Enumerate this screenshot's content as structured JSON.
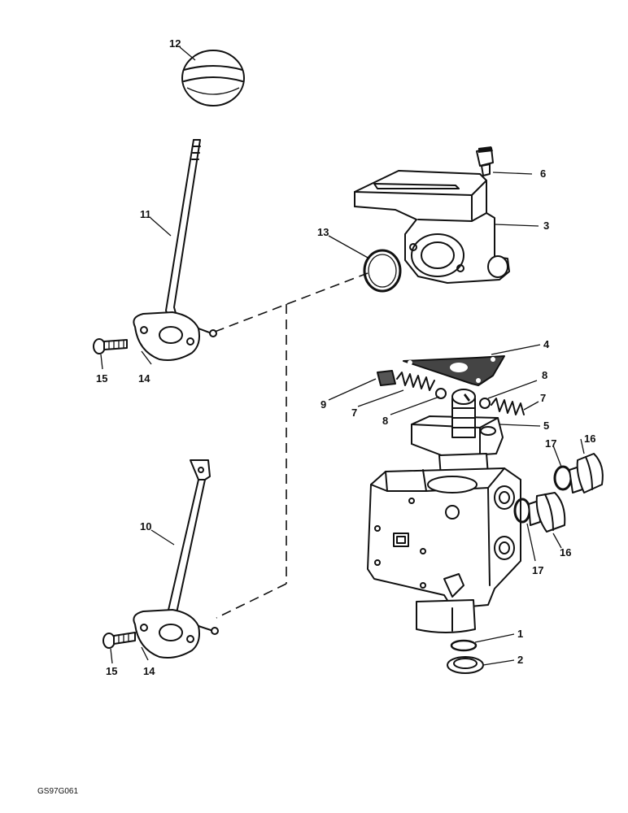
{
  "diagram": {
    "reference_code": "GS97G061",
    "callouts": {
      "c1": "1",
      "c2": "2",
      "c3": "3",
      "c4": "4",
      "c5": "5",
      "c6": "6",
      "c7a": "7",
      "c7b": "7",
      "c8a": "8",
      "c8b": "8",
      "c9": "9",
      "c10": "10",
      "c11": "11",
      "c12": "12",
      "c13": "13",
      "c14a": "14",
      "c14b": "14",
      "c15a": "15",
      "c15b": "15",
      "c16a": "16",
      "c16b": "16",
      "c17a": "17",
      "c17b": "17"
    }
  }
}
